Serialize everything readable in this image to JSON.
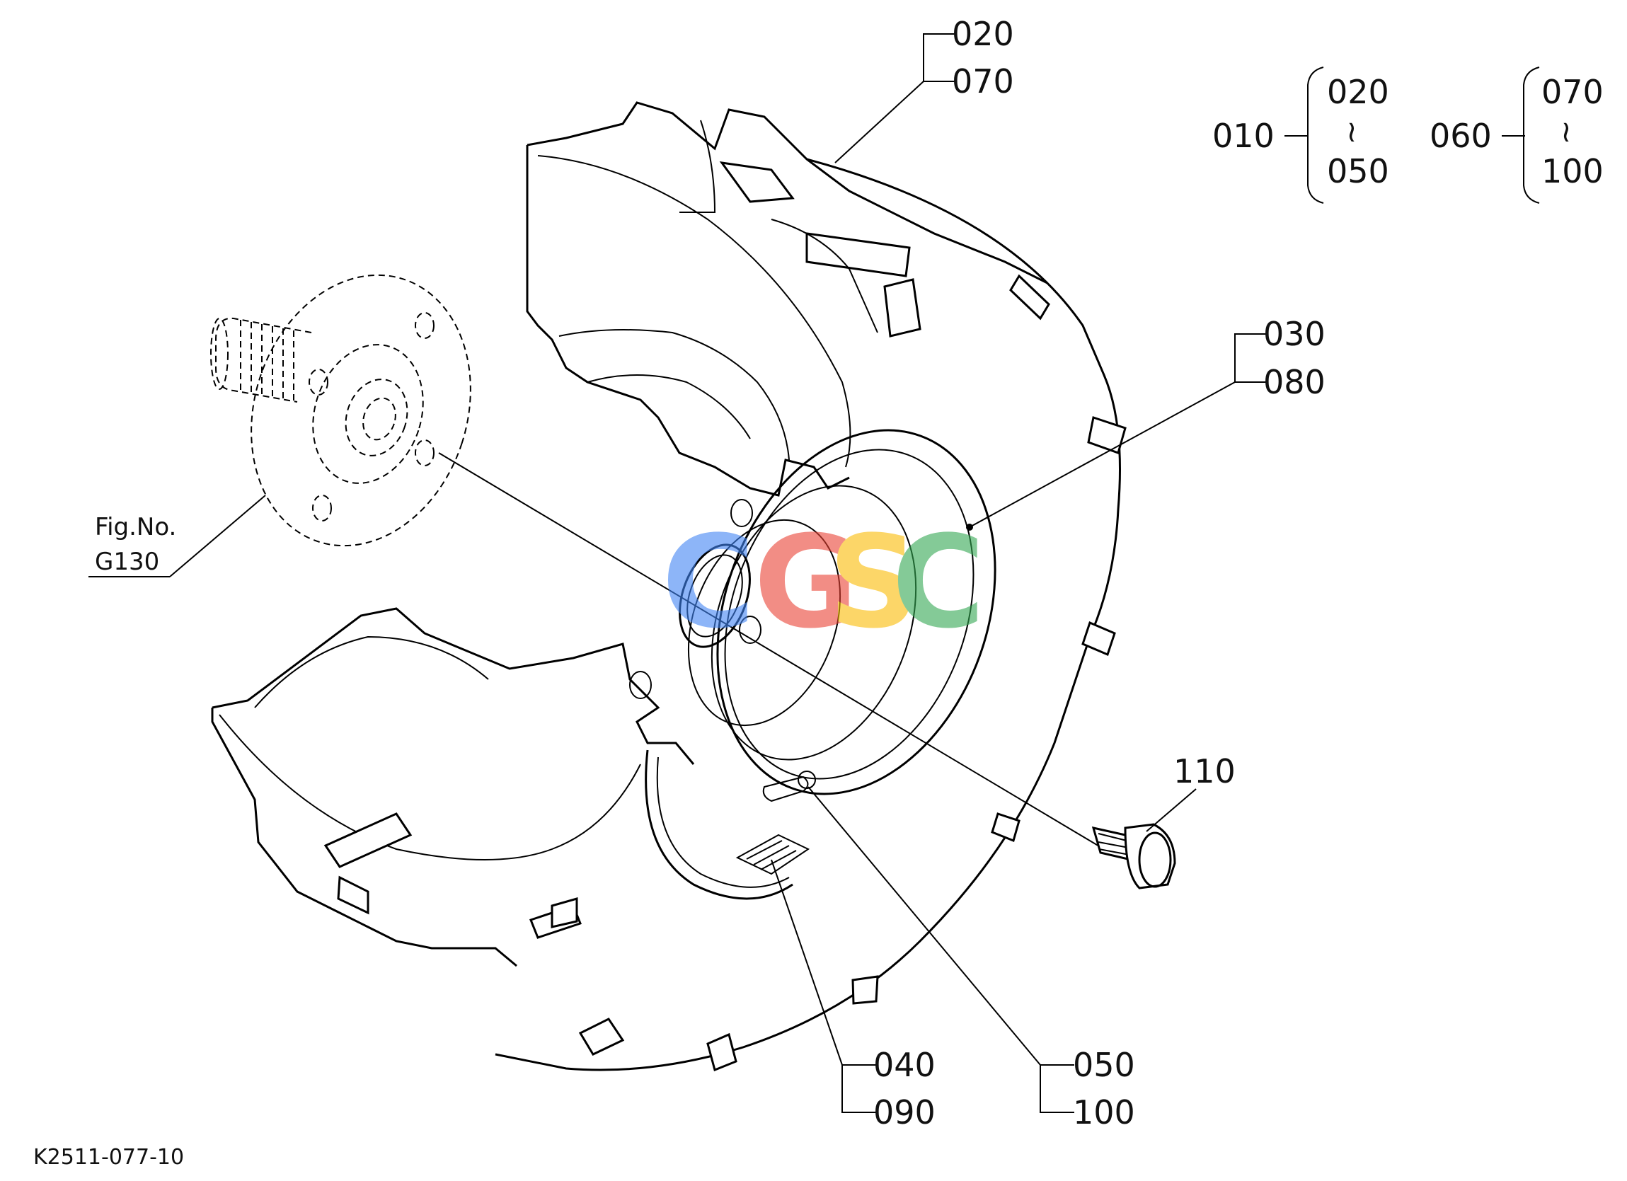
{
  "callouts": {
    "c020_top": "020",
    "c070_top": "070",
    "c030": "030",
    "c080": "080",
    "c110": "110",
    "c040": "040",
    "c090": "090",
    "c050": "050",
    "c100": "100"
  },
  "figure_reference": {
    "line1": "Fig.No.",
    "line2": "G130"
  },
  "assembly_legend": {
    "group1": {
      "parent": "010",
      "from": "020",
      "tilde": "≀",
      "to": "050"
    },
    "group2": {
      "parent": "060",
      "from": "070",
      "tilde": "≀",
      "to": "100"
    }
  },
  "drawing_code": "K2511-077-10",
  "watermark": {
    "letters": [
      "C",
      "G",
      "S",
      "C"
    ],
    "colors": [
      "#4285F4",
      "#EA4335",
      "#FBBC05",
      "#34A853"
    ]
  }
}
